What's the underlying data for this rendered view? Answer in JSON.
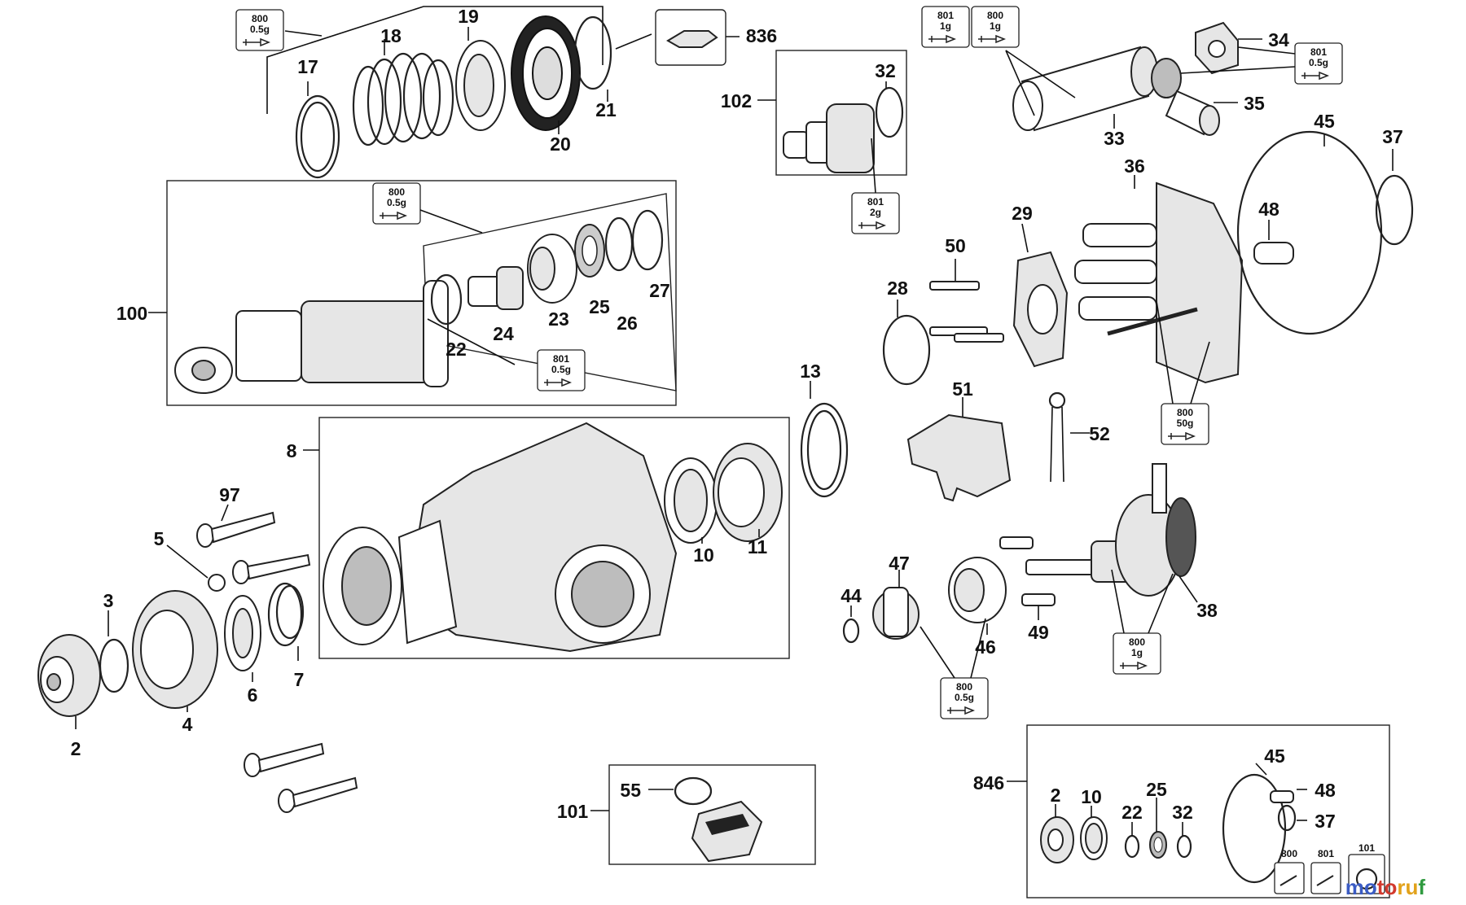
{
  "labels": {
    "l17": "17",
    "l18": "18",
    "l19": "19",
    "l20": "20",
    "l21": "21",
    "l836": "836",
    "l100": "100",
    "l22": "22",
    "l24": "24",
    "l23": "23",
    "l25": "25",
    "l26": "26",
    "l27": "27",
    "l102": "102",
    "l32": "32",
    "l33": "33",
    "l34": "34",
    "l35": "35",
    "l36": "36",
    "l45": "45",
    "l37": "37",
    "l48": "48",
    "l29": "29",
    "l50": "50",
    "l28": "28",
    "l51": "51",
    "l52": "52",
    "l13": "13",
    "l8": "8",
    "l10": "10",
    "l11": "11",
    "l97": "97",
    "l5": "5",
    "l3": "3",
    "l2": "2",
    "l4": "4",
    "l6": "6",
    "l7": "7",
    "l47": "47",
    "l44": "44",
    "l46": "46",
    "l49": "49",
    "l38": "38",
    "l101": "101",
    "l55": "55",
    "l846": "846",
    "k2": "2",
    "k10": "10",
    "k22": "22",
    "k25": "25",
    "k32": "32",
    "k45": "45",
    "k48": "48",
    "k37": "37"
  },
  "tags": {
    "t_top": {
      "code": "800",
      "amount": "0.5g"
    },
    "t_100a": {
      "code": "800",
      "amount": "0.5g"
    },
    "t_100b": {
      "code": "801",
      "amount": "0.5g"
    },
    "t_102": {
      "code": "801",
      "amount": "2g"
    },
    "t_33a": {
      "code": "801",
      "amount": "1g"
    },
    "t_33b": {
      "code": "800",
      "amount": "1g"
    },
    "t_34": {
      "code": "801",
      "amount": "0.5g"
    },
    "t_36": {
      "code": "800",
      "amount": "50g"
    },
    "t_38": {
      "code": "800",
      "amount": "1g"
    },
    "t_47": {
      "code": "800",
      "amount": "0.5g"
    },
    "kit_800": "800",
    "kit_801": "801",
    "kit_101": "101"
  },
  "brand": {
    "p1": "mo",
    "p2": "to",
    "p3": "ru",
    "p4": "f"
  }
}
